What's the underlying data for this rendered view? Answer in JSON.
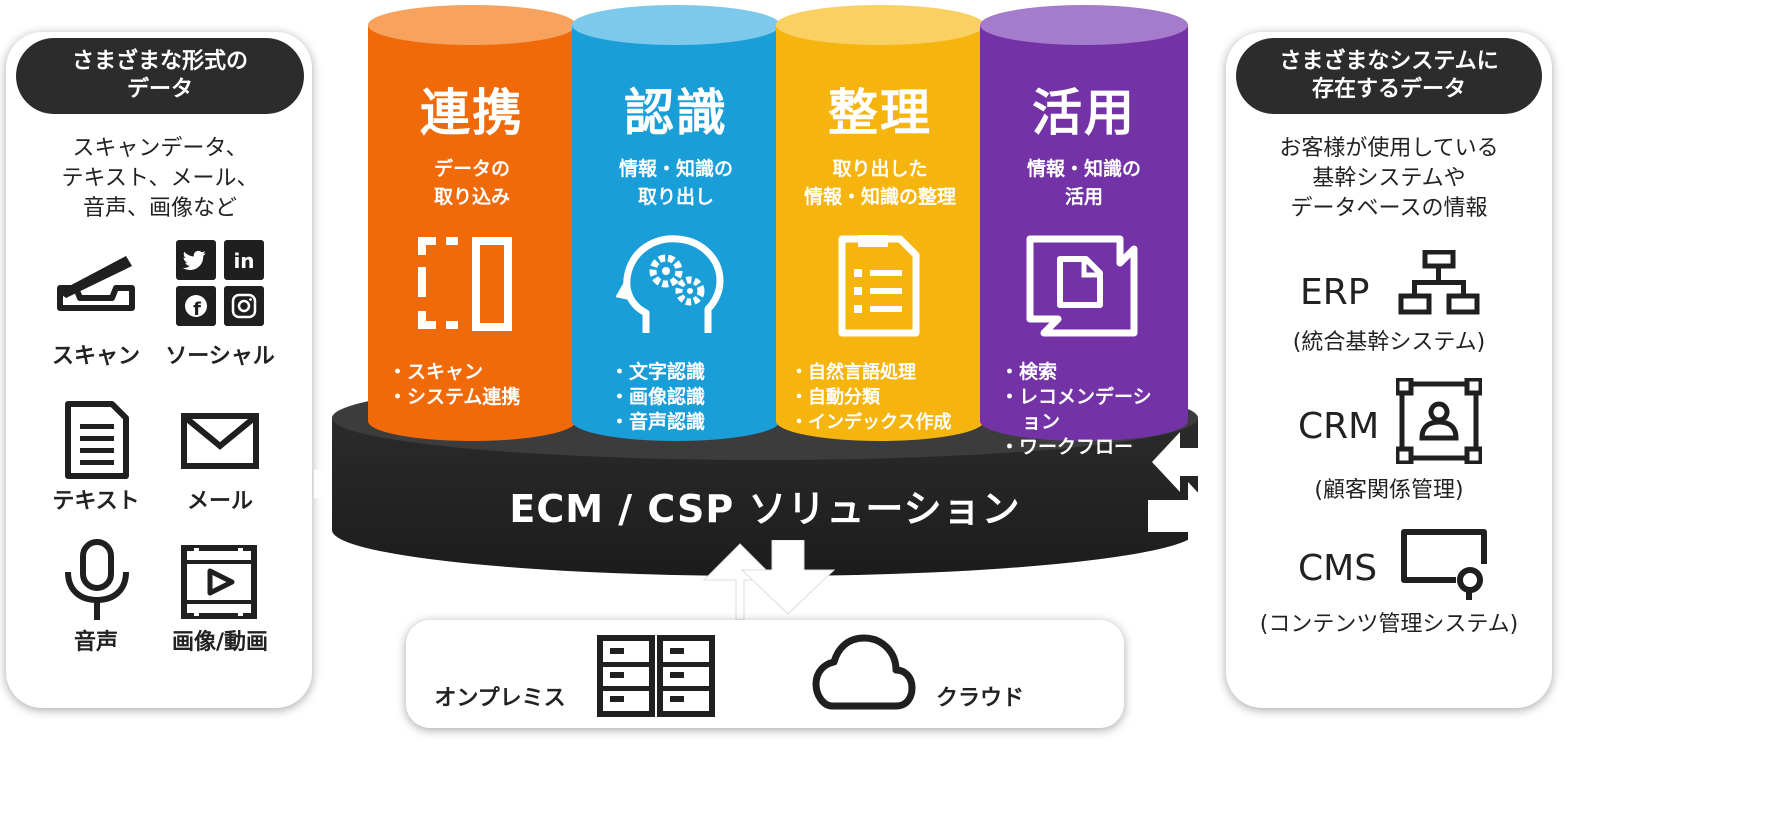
{
  "left_panel": {
    "header": "さまざまな形式の\nデータ",
    "description": "スキャンデータ、\nテキスト、メール、\n音声、画像など",
    "items": [
      {
        "label": "スキャン",
        "icon": "scanner-icon"
      },
      {
        "label": "ソーシャル",
        "icon": "social-media-icon"
      },
      {
        "label": "テキスト",
        "icon": "document-icon"
      },
      {
        "label": "メール",
        "icon": "mail-icon"
      },
      {
        "label": "音声",
        "icon": "microphone-icon"
      },
      {
        "label": "画像/動画",
        "icon": "video-icon"
      }
    ]
  },
  "pillars": [
    {
      "title": "連携",
      "subtitle": "データの\n取り込み",
      "icon": "capture-icon",
      "color": "#f06a0a",
      "top_color": "#f7a25e",
      "bullets": [
        "スキャン",
        "システム連携"
      ]
    },
    {
      "title": "認識",
      "subtitle": "情報・知識の\n取り出し",
      "icon": "brain-gears-icon",
      "color": "#1a9ed8",
      "top_color": "#7dc9ec",
      "bullets": [
        "文字認識",
        "画像認識",
        "音声認識"
      ]
    },
    {
      "title": "整理",
      "subtitle": "取り出した\n情報・知識の整理",
      "icon": "checklist-icon",
      "color": "#f6b40e",
      "top_color": "#fbd063",
      "bullets": [
        "自然言語処理",
        "自動分類",
        "インデックス作成"
      ]
    },
    {
      "title": "活用",
      "subtitle": "情報・知識の\n活用",
      "icon": "document-frame-icon",
      "color": "#7332a6",
      "top_color": "#a57ccc",
      "bullets": [
        "検索",
        "レコメンデーション",
        "ワークフロー"
      ]
    }
  ],
  "platform": {
    "label": "ECM / CSP ソリューション",
    "color": "#2b2b2b"
  },
  "deployment": {
    "onpremise_label": "オンプレミス",
    "onpremise_icon": "server-cabinet-icon",
    "cloud_label": "クラウド",
    "cloud_icon": "cloud-icon"
  },
  "right_panel": {
    "header": "さまざまなシステムに\n存在するデータ",
    "description": "お客様が使用している\n基幹システムや\nデータベースの情報",
    "systems": [
      {
        "name": "ERP",
        "description": "(統合基幹システム)",
        "icon": "org-chart-icon"
      },
      {
        "name": "CRM",
        "description": "(顧客関係管理)",
        "icon": "customer-frame-icon"
      },
      {
        "name": "CMS",
        "description": "(コンテンツ管理システム)",
        "icon": "monitor-search-icon"
      }
    ]
  }
}
